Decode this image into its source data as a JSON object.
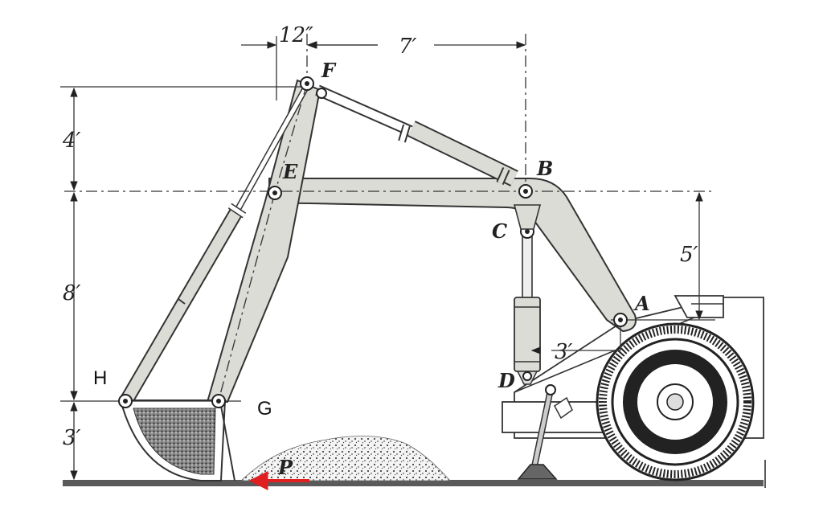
{
  "labels": {
    "F": "F",
    "E": "E",
    "B": "B",
    "C": "C",
    "A": "A",
    "D": "D",
    "P": "P",
    "H": "H",
    "G": "G"
  },
  "dimensions": {
    "d_12in": "12″",
    "d_7ft": "7′",
    "d_4ft": "4′",
    "d_8ft": "8′",
    "d_3ft_left": "3′",
    "d_5ft": "5′",
    "d_3ft_mid": "3′"
  },
  "colors": {
    "member_fill": "#dcdcd6",
    "force_arrow": "#e02020",
    "ground": "#555555"
  }
}
